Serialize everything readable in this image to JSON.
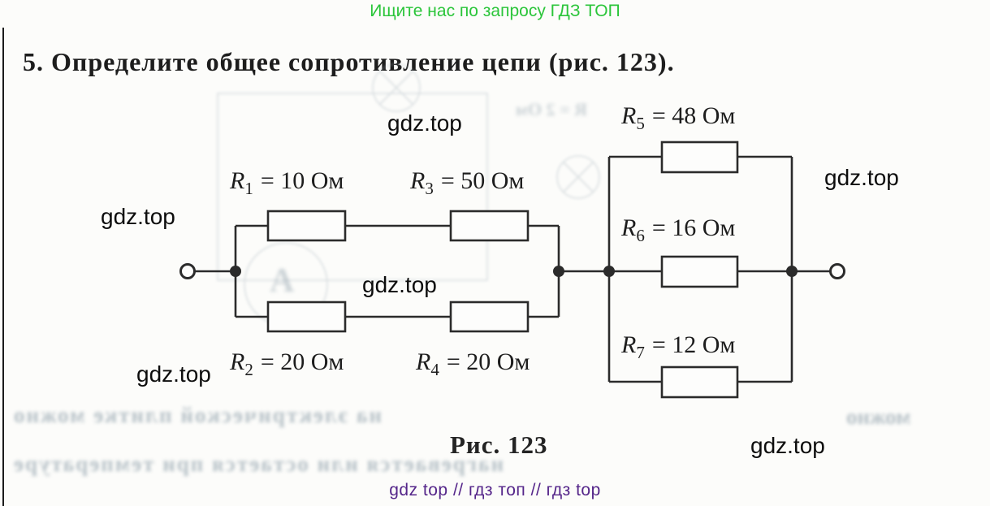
{
  "header": {
    "promo": "Ищите нас по запросу ГДЗ ТОП",
    "promo_color": "#2bc53a"
  },
  "problem": {
    "title": "5. Определите общее сопротивление цепи (рис. 123)."
  },
  "figure": {
    "caption": "Рис. 123",
    "resistors": [
      {
        "symbol": "R",
        "sub": "1",
        "value": "= 10 Ом"
      },
      {
        "symbol": "R",
        "sub": "2",
        "value": "= 20 Ом"
      },
      {
        "symbol": "R",
        "sub": "3",
        "value": "= 50 Ом"
      },
      {
        "symbol": "R",
        "sub": "4",
        "value": "= 20 Ом"
      },
      {
        "symbol": "R",
        "sub": "5",
        "value": "= 48 Ом"
      },
      {
        "symbol": "R",
        "sub": "6",
        "value": "= 16 Ом"
      },
      {
        "symbol": "R",
        "sub": "7",
        "value": "= 12 Ом"
      }
    ],
    "topology": "two terminals; first section: (R1+R3) parallel (R2+R4); second section: R5 parallel R6 parallel R7; sections in series",
    "ink_color": "#2b2b2b"
  },
  "watermarks": {
    "text": "gdz.top"
  },
  "footer": {
    "text": "gdz top  //  гдз топ  //  гдз top",
    "color": "#55268a"
  },
  "bleed": {
    "lines": [
      "на электрической плитке можно",
      "можно",
      "нагревается или остается при температуре",
      "R = 2 Ом",
      "A"
    ]
  }
}
